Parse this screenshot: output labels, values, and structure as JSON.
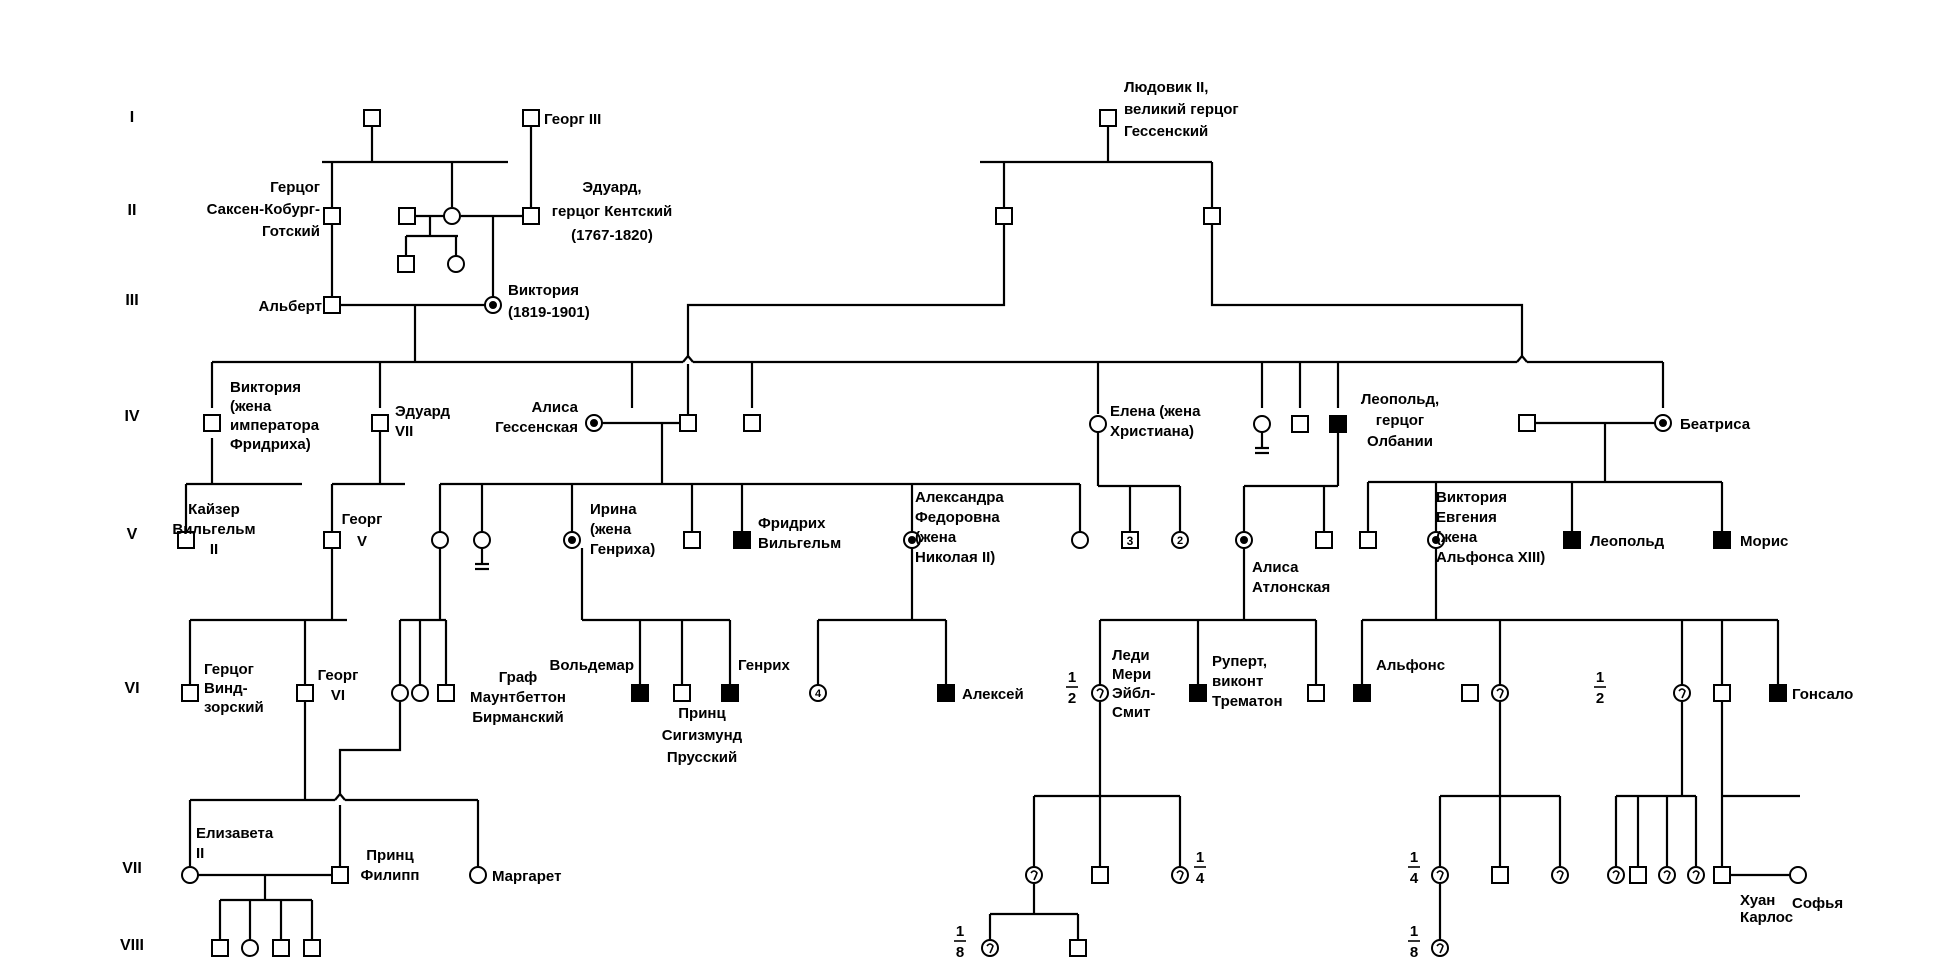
{
  "generations": [
    "I",
    "II",
    "III",
    "IV",
    "V",
    "VI",
    "VII",
    "VIII"
  ],
  "labels": {
    "georg3": "Георг III",
    "ludwig": [
      "Людовик II,",
      "великий герцог",
      "Гессенский"
    ],
    "saxe": [
      "Герцог",
      "Саксен-Кобург-",
      "Готский"
    ],
    "edward_kent": [
      "Эдуард,",
      "герцог Кентский",
      "(1767-1820)"
    ],
    "albert": "Альберт",
    "victoria": [
      "Виктория",
      "(1819-1901)"
    ],
    "victoria_iv": [
      "Виктория",
      "(жена",
      "императора",
      "Фридриха)"
    ],
    "edward7": [
      "Эдуард",
      "VII"
    ],
    "alice": [
      "Алиса",
      "Гессенская"
    ],
    "helena": [
      "Елена (жена",
      "Христиана)"
    ],
    "leopold_iv": [
      "Леопольд,",
      "герцог",
      "Олбании"
    ],
    "beatrice": "Беатриса",
    "kaiser": [
      "Кайзер",
      "Вильгельм",
      "II"
    ],
    "george5": [
      "Георг",
      "V"
    ],
    "irene": [
      "Ирина",
      "(жена",
      "Генриха)"
    ],
    "friedrich": [
      "Фридрих",
      "Вильгельм"
    ],
    "alexandra": [
      "Александра",
      "Федоровна",
      "(жена",
      "Николая II)"
    ],
    "alice_athlone": [
      "Алиса",
      "Атлонская"
    ],
    "victoria_eugenie": [
      "Виктория",
      "Евгения",
      "(жена",
      "Альфонса XIII)"
    ],
    "leopold_v": "Леопольд",
    "maurice": "Морис",
    "windsor": [
      "Герцог",
      "Винд-",
      "зорский"
    ],
    "george6": [
      "Георг",
      "VI"
    ],
    "mountbatten": [
      "Граф",
      "Маунтбеттон",
      "Бирманский"
    ],
    "waldemar": "Вольдемар",
    "sigismund": [
      "Принц",
      "Сигизмунд",
      "Прусский"
    ],
    "henry": "Генрих",
    "alexei": "Алексей",
    "lady_mary": [
      "Леди",
      "Мери",
      "Эйбл-",
      "Смит"
    ],
    "rupert": [
      "Руперт,",
      "виконт",
      "Трематон"
    ],
    "alfonso": "Альфонс",
    "gonzalo": "Гонсало",
    "elizabeth": [
      "Елизавета",
      "II"
    ],
    "philip": [
      "Принц",
      "Филипп"
    ],
    "margaret": "Маргарет",
    "juan_carlos": [
      "Хуан",
      "Карлос"
    ],
    "sofia": "Софья"
  },
  "counts": {
    "helena_daughters": "2",
    "helena_sons": "3",
    "alexandra_daughters": "4"
  },
  "fractions": {
    "half_a": {
      "num": "1",
      "den": "2"
    },
    "half_b": {
      "num": "1",
      "den": "2"
    },
    "quarter_a": {
      "num": "1",
      "den": "4"
    },
    "quarter_b": {
      "num": "1",
      "den": "4"
    },
    "eighth_a": {
      "num": "1",
      "den": "8"
    },
    "eighth_b": {
      "num": "1",
      "den": "8"
    }
  },
  "colors": {
    "ink": "#000000",
    "paper": "#ffffff"
  }
}
